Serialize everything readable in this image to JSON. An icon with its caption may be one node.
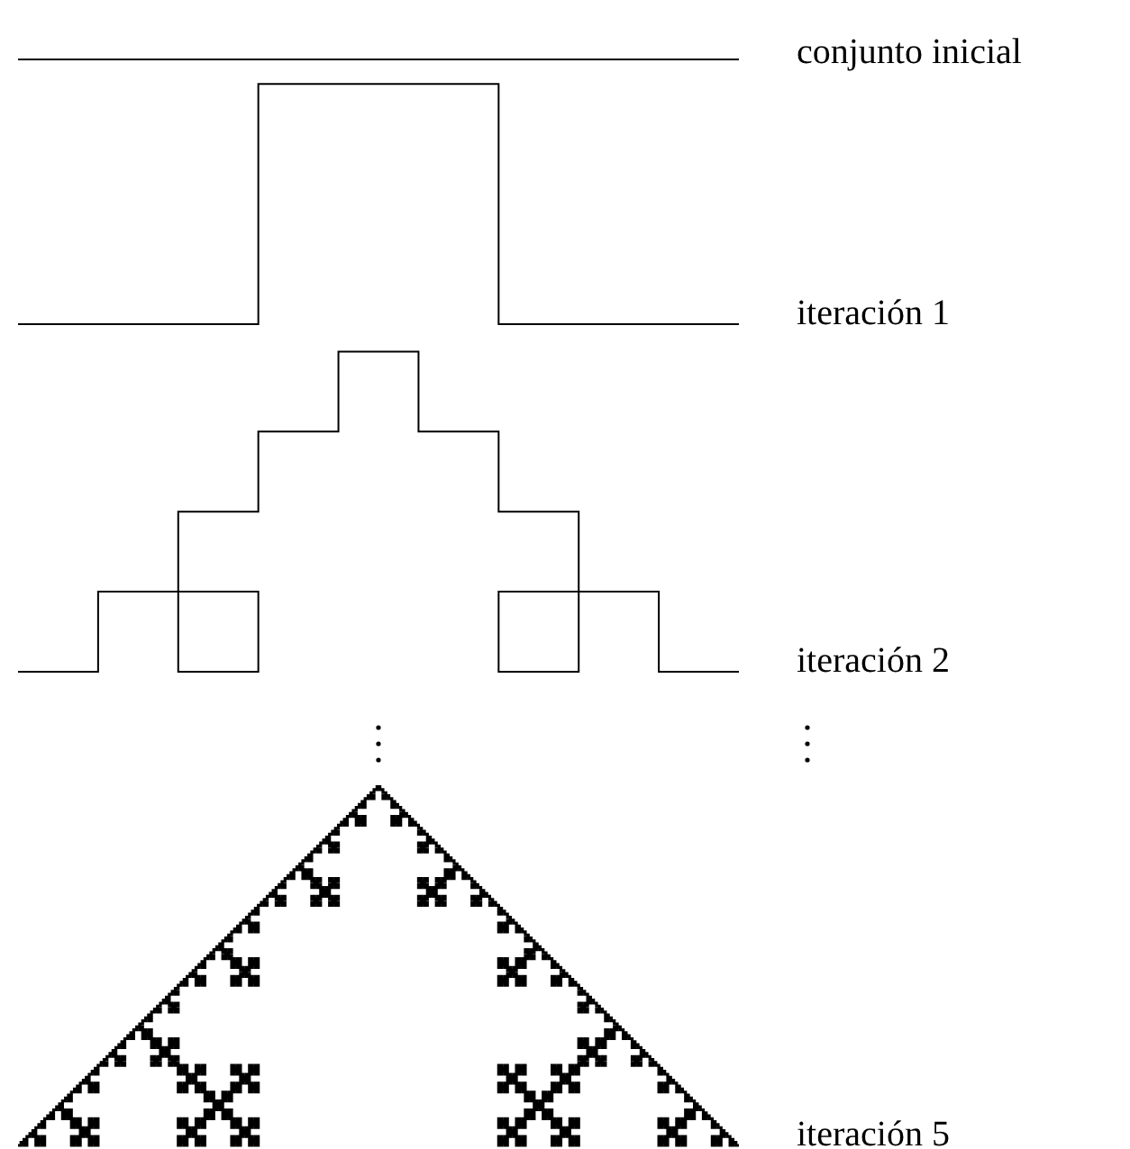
{
  "diagram": {
    "labels": [
      "conjunto inicial",
      "iteración 1",
      "iteración 2",
      "iteración 5"
    ]
  }
}
